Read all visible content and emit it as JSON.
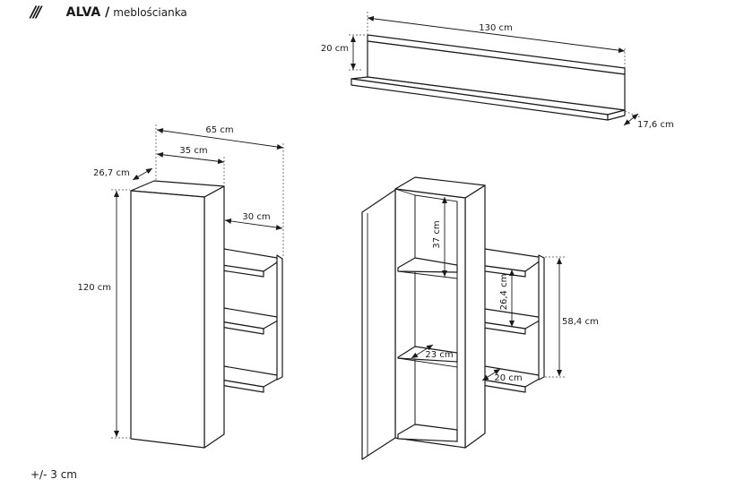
{
  "header": {
    "logo": "///",
    "product_name": "ALVA /",
    "product_type": "meblościanka"
  },
  "footer": {
    "tolerance": "+/- 3 cm"
  },
  "dimensions": {
    "wall_shelf_width": "130 cm",
    "wall_shelf_height": "20 cm",
    "wall_shelf_depth": "17,6 cm",
    "cabinet_total_width": "65 cm",
    "cabinet_body_width": "35 cm",
    "cabinet_depth": "26,7 cm",
    "side_shelf_width": "30 cm",
    "cabinet_height": "120 cm",
    "inner_compartment_height": "37 cm",
    "inner_shelf_depth": "23 cm",
    "side_shelf_spacing": "26,4 cm",
    "side_shelf_depth": "20 cm",
    "side_shelves_height": "58,4 cm"
  }
}
